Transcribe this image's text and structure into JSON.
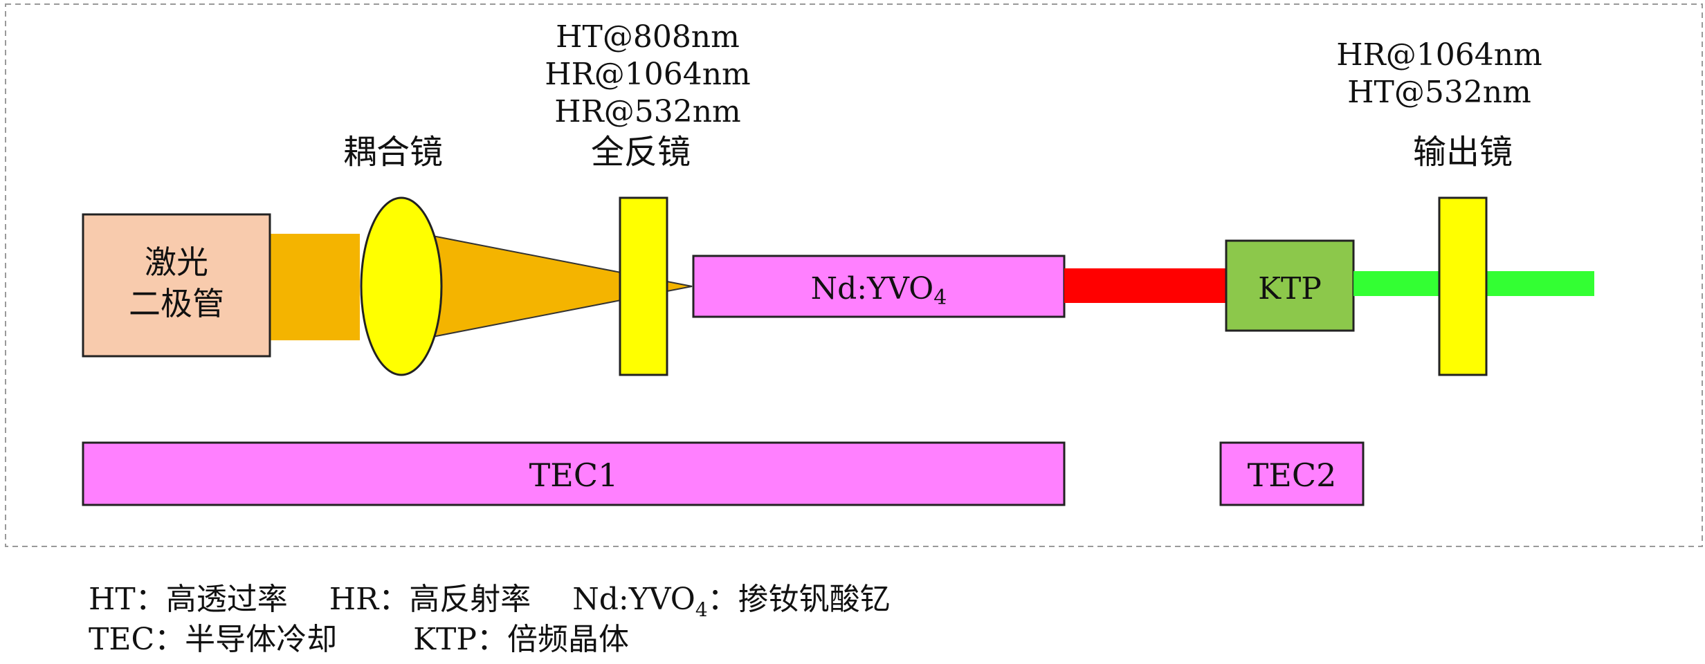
{
  "labels": {
    "coupling_mirror": "耦合镜",
    "total_mirror": "全反镜",
    "output_mirror": "输出镜",
    "total_mirror_specs": [
      "HT@808nm",
      "HR@1064nm",
      "HR@532nm"
    ],
    "output_mirror_specs": [
      "HR@1064nm",
      "HT@532nm"
    ],
    "laser_diode": [
      "激光",
      "二极管"
    ],
    "ndyvo4": "Nd:YVO",
    "ndyvo4_sub": "4",
    "ktp": "KTP",
    "tec1": "TEC1",
    "tec2": "TEC2"
  },
  "legend": {
    "ht": "HT：高透过率",
    "hr": "HR：高反射率",
    "ndyvo4_prefix": "Nd:YVO",
    "ndyvo4_sub": "4",
    "ndyvo4_def": "：掺钕钒酸钇",
    "tec": "TEC：半导体冷却",
    "ktp": "KTP：倍频晶体"
  },
  "colors": {
    "laser_diode": "#F8CBAD",
    "pump_beam": "#F4B400",
    "mirror": "#FFFF00",
    "crystal": "#FF80FF",
    "ir_beam": "#FF0000",
    "ktp": "#8CC84B",
    "green_beam": "#33FF33",
    "frame": "#999999"
  }
}
